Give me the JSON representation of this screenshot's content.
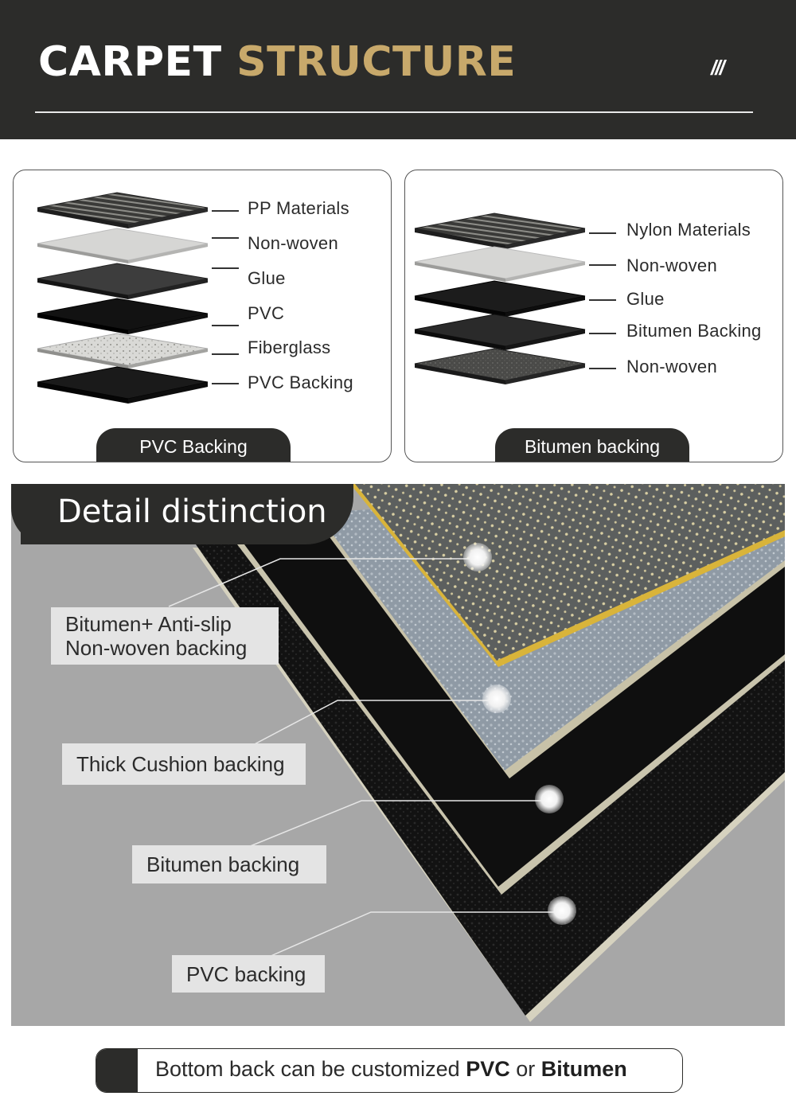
{
  "header": {
    "title_part1": "CARPET",
    "title_part2": "STRUCTURE",
    "decor": "///"
  },
  "panels": [
    {
      "tab": "PVC Backing",
      "layers": [
        "PP Materials",
        "Non-woven",
        "Glue",
        "PVC",
        "Fiberglass",
        "PVC Backing"
      ]
    },
    {
      "tab": "Bitumen backing",
      "layers": [
        "Nylon Materials",
        "Non-woven",
        "Glue",
        "Bitumen Backing",
        "Non-woven"
      ]
    }
  ],
  "detail": {
    "title": "Detail distinction",
    "callouts": [
      {
        "line1": "Bitumen+ Anti-slip",
        "line2": "Non-woven backing"
      },
      {
        "line1": "Thick Cushion backing"
      },
      {
        "line1": "Bitumen backing"
      },
      {
        "line1": "PVC backing"
      }
    ]
  },
  "footer": {
    "text_before": "Bottom back can be customized",
    "opt1": "PVC",
    "text_mid": "or",
    "opt2": "Bitumen"
  },
  "colors": {
    "dark": "#2c2c2a",
    "gold": "#c8a96b",
    "detail_bg": "#a7a7a7",
    "callout_bg": "#e4e4e4"
  }
}
